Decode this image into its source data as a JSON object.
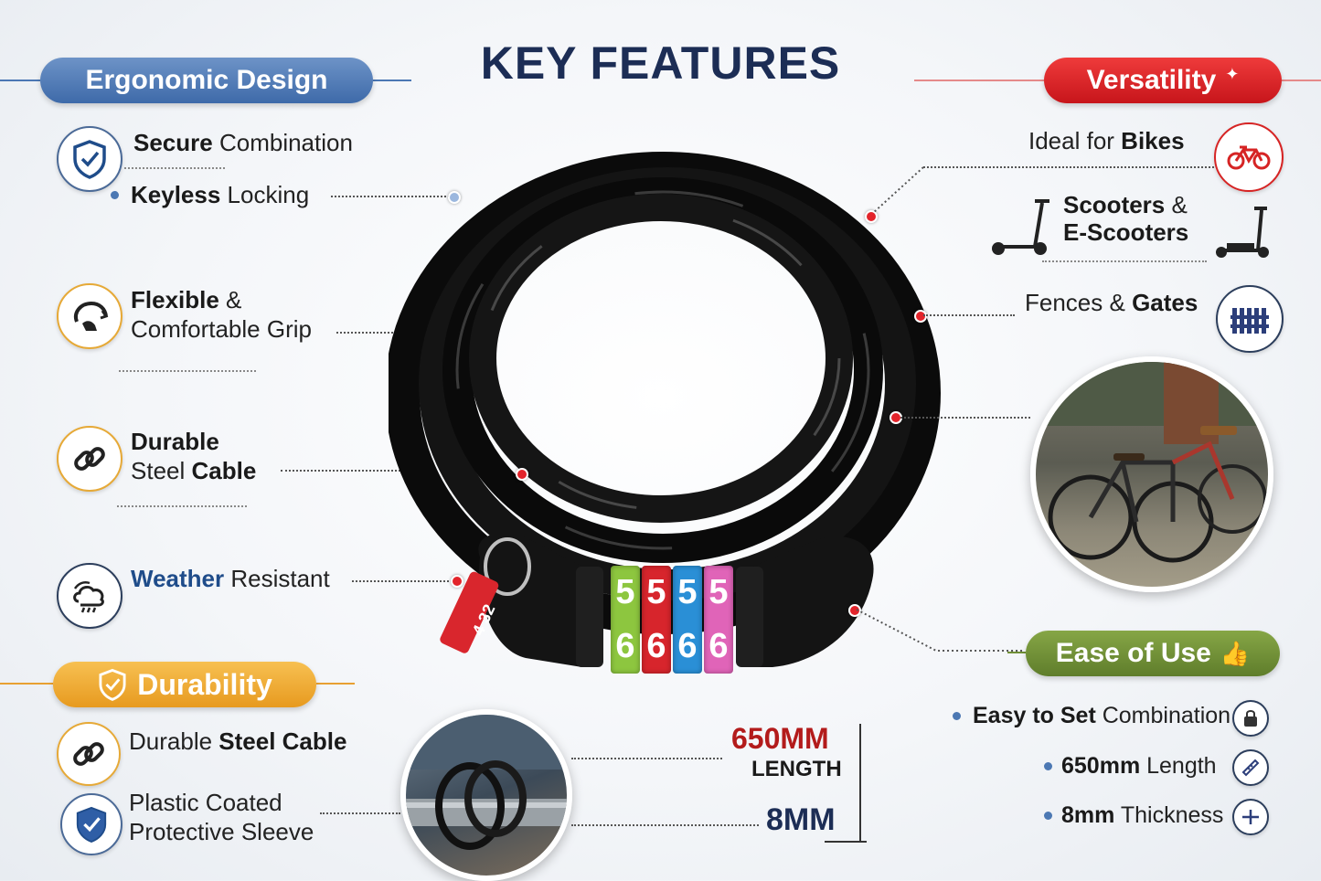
{
  "title": "KEY FEATURES",
  "colors": {
    "navy": "#1c2d55",
    "blue": "#3e6aa9",
    "red": "#c7151b",
    "gold": "#e79a1f",
    "green": "#5f7d2b",
    "dial_green": "#8dc63f",
    "dial_red": "#d7252c",
    "dial_blue": "#2a8fd6",
    "dial_pink": "#e064b8"
  },
  "left": {
    "header": "Ergonomic Design",
    "items": [
      {
        "bold": "Secure",
        "rest": " Combination",
        "icon": "shield-check-icon"
      },
      {
        "bold": "Keyless",
        "rest": " Locking",
        "icon": "bullet-dot"
      },
      {
        "bold": "Flexible",
        "rest": " &",
        "line2": "Comfortable Grip",
        "icon": "grip-hand-icon"
      },
      {
        "bold": "Durable",
        "line2_plain": "Steel ",
        "line2_bold": "Cable",
        "icon": "chain-link-icon"
      },
      {
        "bold": "Weather",
        "rest": " Resistant",
        "icon": "weather-cloud-icon"
      }
    ]
  },
  "durability": {
    "header": "Durability",
    "items": [
      {
        "plain": "Durable ",
        "bold": "Steel Cable",
        "icon": "chain-link-icon"
      },
      {
        "line1": "Plastic Coated",
        "line2": "Protective Sleeve",
        "icon": "shield-check-icon"
      }
    ]
  },
  "right": {
    "header": "Versatility",
    "items": [
      {
        "plain": "Ideal for ",
        "bold": "Bikes",
        "icon": "bicycle-icon"
      },
      {
        "bold1": "Scooters",
        "rest": " &",
        "line2": "E-Scooters",
        "icon": "scooter-icon"
      },
      {
        "plain": "Fences & ",
        "bold": "Gates",
        "icon": "fence-icon"
      }
    ]
  },
  "ease": {
    "header": "Ease of Use",
    "items": [
      {
        "bold": "Easy to Set",
        "rest": " Combination",
        "icon": "dial-lock-icon"
      },
      {
        "bold": "650mm",
        "rest": " Length",
        "icon": "measure-icon"
      },
      {
        "bold": "8mm",
        "rest": " Thickness",
        "icon": "thickness-icon"
      }
    ]
  },
  "dimensions": {
    "length_value": "650MM",
    "length_label": "LENGTH",
    "thickness_value": "8MM"
  },
  "lock": {
    "top_digits": [
      "5",
      "5",
      "5",
      "5"
    ],
    "bottom_digits": [
      "6",
      "6",
      "6",
      "6"
    ],
    "tag_text": "4 32"
  }
}
